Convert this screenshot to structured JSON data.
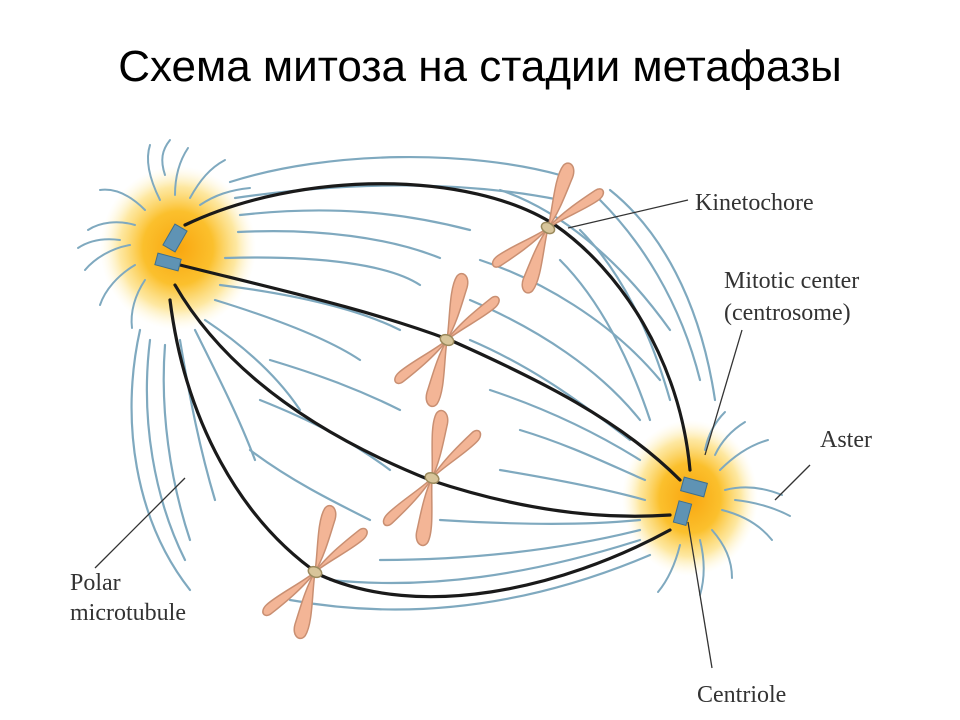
{
  "title": "Схема митоза на стадии метафазы",
  "labels": {
    "kinetochore": "Kinetochore",
    "mitotic_center_line1": "Mitotic center",
    "mitotic_center_line2": "(centrosome)",
    "aster": "Aster",
    "polar_line1": "Polar",
    "polar_line2": "microtubule",
    "centriole": "Centriole"
  },
  "colors": {
    "microtubule": "#7fa9bf",
    "kinetochore_fiber": "#1a1a1a",
    "chromosome": "#f3b596",
    "chromosome_outline": "#c98f72",
    "centrosome_glow": "#fbb713",
    "centriole": "#5f93b4",
    "leader_line": "#333333"
  },
  "icons": [
    "centrosome-icon",
    "centriole-icon",
    "chromosome-icon"
  ]
}
